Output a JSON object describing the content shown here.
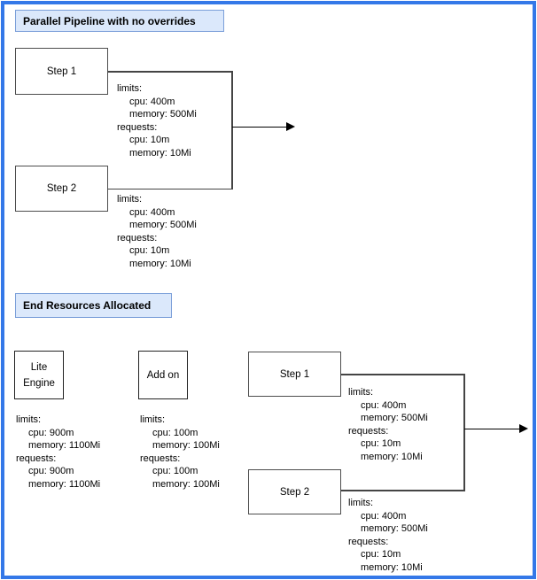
{
  "colors": {
    "frame_border": "#3478e8",
    "title_fill": "#dbe8fb",
    "title_stroke": "#7b9fd9",
    "node_stroke": "#4d4d4d",
    "connector": "#444444",
    "arrow": "#000000"
  },
  "sections": {
    "pipeline": {
      "title": "Parallel Pipeline with no overrides",
      "steps": [
        {
          "label": "Step 1"
        },
        {
          "label": "Step 2"
        }
      ]
    },
    "end_resources": {
      "title": "End Resources Allocated",
      "lite_engine": {
        "label_lines": [
          "Lite",
          "Engine"
        ]
      },
      "add_on": {
        "label": "Add on"
      },
      "steps": [
        {
          "label": "Step 1"
        },
        {
          "label": "Step 2"
        }
      ]
    }
  },
  "resource_blocks": {
    "pipeline_step1": {
      "lines": [
        {
          "text": "limits:",
          "indent": false
        },
        {
          "text": "cpu: 400m",
          "indent": true
        },
        {
          "text": "memory: 500Mi",
          "indent": true
        },
        {
          "text": "requests:",
          "indent": false
        },
        {
          "text": "cpu: 10m",
          "indent": true
        },
        {
          "text": "memory: 10Mi",
          "indent": true
        }
      ]
    },
    "pipeline_step2": {
      "lines": [
        {
          "text": "limits:",
          "indent": false
        },
        {
          "text": "cpu: 400m",
          "indent": true
        },
        {
          "text": "memory: 500Mi",
          "indent": true
        },
        {
          "text": "requests:",
          "indent": false
        },
        {
          "text": "cpu: 10m",
          "indent": true
        },
        {
          "text": "memory: 10Mi",
          "indent": true
        }
      ]
    },
    "lite_engine": {
      "lines": [
        {
          "text": "limits:",
          "indent": false
        },
        {
          "text": "cpu: 900m",
          "indent": true
        },
        {
          "text": "memory: 1100Mi",
          "indent": true
        },
        {
          "text": "requests:",
          "indent": false
        },
        {
          "text": "cpu: 900m",
          "indent": true
        },
        {
          "text": "memory: 1100Mi",
          "indent": true
        }
      ]
    },
    "add_on": {
      "lines": [
        {
          "text": "limits:",
          "indent": false
        },
        {
          "text": "cpu: 100m",
          "indent": true
        },
        {
          "text": "memory: 100Mi",
          "indent": true
        },
        {
          "text": "requests:",
          "indent": false
        },
        {
          "text": "cpu: 100m",
          "indent": true
        },
        {
          "text": "memory: 100Mi",
          "indent": true
        }
      ]
    },
    "end_step1": {
      "lines": [
        {
          "text": "limits:",
          "indent": false
        },
        {
          "text": "cpu: 400m",
          "indent": true
        },
        {
          "text": "memory: 500Mi",
          "indent": true
        },
        {
          "text": "requests:",
          "indent": false
        },
        {
          "text": "cpu: 10m",
          "indent": true
        },
        {
          "text": "memory: 10Mi",
          "indent": true
        }
      ]
    },
    "end_step2": {
      "lines": [
        {
          "text": "limits:",
          "indent": false
        },
        {
          "text": "cpu: 400m",
          "indent": true
        },
        {
          "text": "memory: 500Mi",
          "indent": true
        },
        {
          "text": "requests:",
          "indent": false
        },
        {
          "text": "cpu: 10m",
          "indent": true
        },
        {
          "text": "memory: 10Mi",
          "indent": true
        }
      ]
    }
  }
}
